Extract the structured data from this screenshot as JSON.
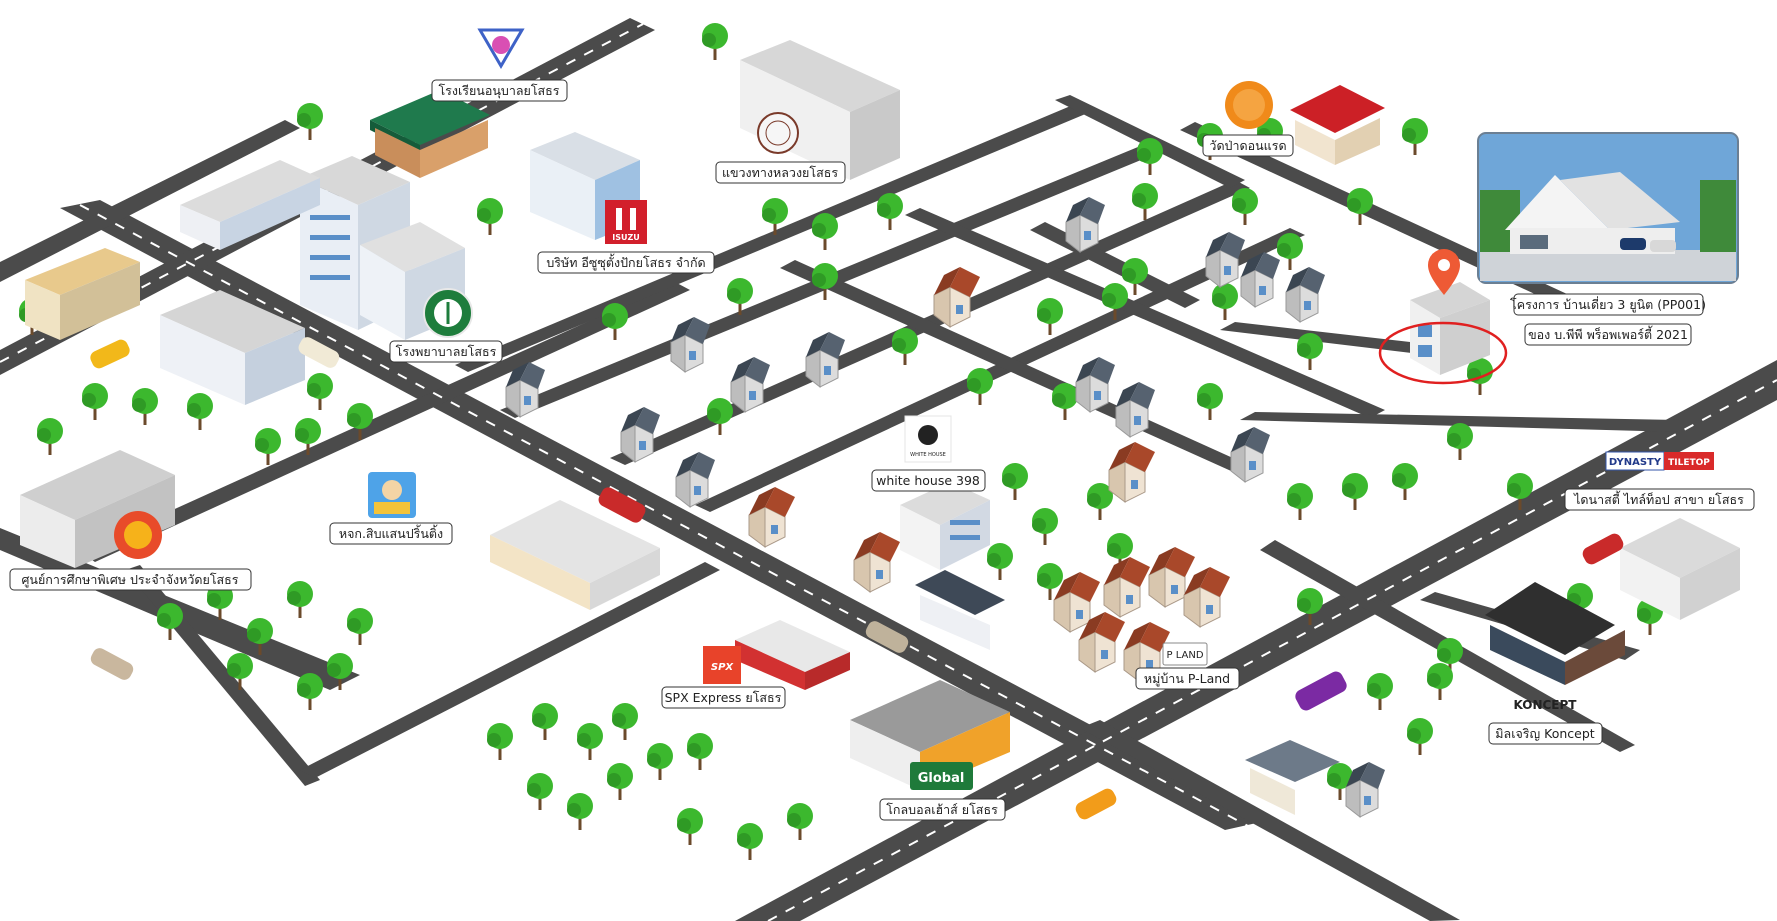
{
  "labels": {
    "kindergarten": "โรงเรียนอนุบาลยโสธร",
    "highways": "แขวงทางหลวงยโสธร",
    "temple": "วัดป่าดอนแรด",
    "isuzu": "บริษัท อีซูซุตั้งปักยโสธร จำกัด",
    "hospital": "โรงพยาบาลยโสธร",
    "project_line1": "โครงการ บ้านเดี่ยว 3 ยูนิต (PP001)",
    "project_line2": "ของ บ.พีพี พร็อพเพอร์ตี้ 2021",
    "white_house": "white house 398",
    "shop": "หจก.สิบแสนปริ้นติ้ง",
    "special_ed": "ศูนย์การศึกษาพิเศษ ประจำจังหวัดยโสธร",
    "dynasty": "ไดนาสตี้ ไทล์ท็อป สาขา ยโสธร",
    "pland": "หมู่บ้าน P-Land",
    "spx": "SPX Express ยโสธร",
    "koncept": "มิลเจริญ Koncept",
    "global": "โกลบอลเฮ้าส์ ยโสธร"
  },
  "logos": {
    "isuzu": "ISUZU",
    "spx": "SPX",
    "pland": "P LAND",
    "koncept": "KONCEPT",
    "dynasty_a": "DYNASTY",
    "dynasty_b": "TILETOP",
    "global": "Global",
    "white_house": "WHITE HOUSE"
  },
  "markers": {
    "project_pin": "map-pin-icon"
  },
  "colors": {
    "road": "#4b4b4b",
    "tree": "#3cb82e",
    "pin": "#ee5a35",
    "ring": "#e02020",
    "isuzu": "#d21f2b",
    "spx": "#e8432a"
  }
}
